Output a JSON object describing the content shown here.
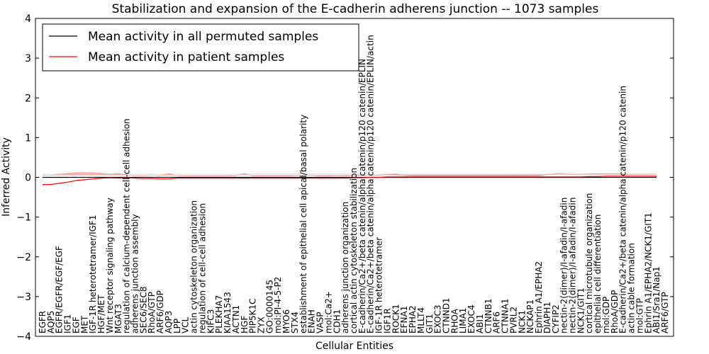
{
  "chart_data": {
    "type": "line",
    "title": "Stabilization and expansion of the E-cadherin adherens junction -- 1073 samples",
    "xlabel": "Cellular Entities",
    "ylabel": "Inferred Activity",
    "ylim": [
      -4,
      4
    ],
    "yticks": [
      "−4",
      "−3",
      "−2",
      "−1",
      "0",
      "1",
      "2",
      "3",
      "4"
    ],
    "legend_position": "top-left",
    "grid": false,
    "categories": [
      "EGFR",
      "AQP5",
      "EGFR/EGFR/EGF/EGF",
      "IGF1",
      "EGF",
      "MET",
      "IGF-1R heterotetramer/IGF1",
      "HGF/MET",
      "Wnt receptor signaling pathway",
      "MGAT3",
      "regulation of calcium-dependent cell-cell adhesion",
      "adherens junction assembly",
      "SEC6/SEC8",
      "RhoA/GTP",
      "ARF6/GDP",
      "AQP3",
      "LPP",
      "VCL",
      "actin cytoskeleton organization",
      "regulation of cell-cell adhesion",
      "KIFC3",
      "PLEKHA7",
      "KIAA1543",
      "ACTN1",
      "HGF",
      "PIP5K1C",
      "ZYX",
      "GO:0000145",
      "mol:PI-4-5-P2",
      "MYO6",
      "STX4",
      "establishment of epithelial cell apical/basal polarity",
      "ENAH",
      "VASP",
      "mol:Ca2+",
      "CDH1",
      "adherens junction organization",
      "cortical actin cytoskeleton stabilization",
      "E-cadherin/Ca2+/beta catenin/alpha catenin/p120 catenin/EPLIN",
      "E-cadherin/Ca2+/beta catenin/alpha catenin/p120 catenin/EPLIN/actin",
      "IGF-1R heterotetramer",
      "IGF1R",
      "ROCK1",
      "EFNA1",
      "EPHA2",
      "MLLT4",
      "GIT1",
      "EXOC3",
      "CTNND1",
      "RHOA",
      "LIMA1",
      "EXOC4",
      "ABI1",
      "CTNNB1",
      "ARF6",
      "CTNNA1",
      "PVRL2",
      "NCK1",
      "NCKAP1",
      "Ephrin A1/EPHA2",
      "DIAPH1",
      "CYFIP2",
      "nectin-2(dimer)/I-afadin/I-afadin",
      "nectin-2(dimer)/I-afadin/I-afadin",
      "NCK1/GIT1",
      "cortical microtubule organization",
      "epithelial cell differentiation",
      "mol:GDP",
      "RhoA/GDP",
      "E-cadherin/Ca2+/beta catenin/alpha catenin/p120 catenin",
      "actin cable formation",
      "mol:GTP",
      "Ephrin A1/EPHA2/NCK1/GIT1",
      "ABI1/Sra1/Nap1",
      "ARF6/GTP"
    ],
    "series": [
      {
        "name": "Mean activity in all permuted samples",
        "color": "#000000",
        "band_color": "#bfbfbf",
        "values": [
          0,
          0,
          0,
          0,
          0,
          0,
          0,
          0,
          0,
          0,
          0,
          0,
          0,
          0,
          0,
          0,
          0,
          0,
          0,
          0,
          0,
          0,
          0,
          0,
          0,
          0,
          0,
          0,
          0,
          0,
          0,
          0,
          0,
          0,
          0,
          0,
          0,
          0,
          0,
          0,
          0,
          0,
          0,
          0,
          0,
          0,
          0,
          0,
          0,
          0,
          0,
          0,
          0,
          0,
          0,
          0,
          0,
          0,
          0,
          0,
          0,
          0,
          0,
          0,
          0,
          0,
          0,
          0,
          0,
          0,
          0,
          0,
          0,
          0
        ],
        "band_low": [
          -0.1,
          -0.1,
          -0.1,
          -0.1,
          -0.1,
          -0.1,
          -0.1,
          -0.1,
          -0.1,
          -0.1,
          -0.1,
          -0.1,
          -0.1,
          -0.1,
          -0.1,
          -0.1,
          -0.1,
          -0.1,
          -0.1,
          -0.1,
          -0.1,
          -0.1,
          -0.1,
          -0.1,
          -0.1,
          -0.1,
          -0.1,
          -0.1,
          -0.1,
          -0.1,
          -0.1,
          -0.1,
          -0.1,
          -0.1,
          -0.1,
          -0.1,
          -0.1,
          -0.1,
          -0.1,
          -0.1,
          -0.1,
          -0.08,
          -0.07,
          -0.06,
          -0.05,
          -0.05,
          -0.05,
          -0.05,
          -0.05,
          -0.05,
          -0.05,
          -0.05,
          -0.05,
          -0.05,
          -0.05,
          -0.05,
          -0.05,
          -0.05,
          -0.05,
          -0.06,
          -0.08,
          -0.12,
          -0.12,
          -0.12,
          -0.1,
          -0.1,
          -0.1,
          -0.1,
          -0.1,
          -0.1,
          -0.1,
          -0.1,
          -0.1,
          -0.1
        ],
        "band_high": [
          0.08,
          0.08,
          0.08,
          0.08,
          0.08,
          0.08,
          0.08,
          0.08,
          0.08,
          0.08,
          0.08,
          0.08,
          0.08,
          0.08,
          0.08,
          0.08,
          0.08,
          0.08,
          0.08,
          0.08,
          0.08,
          0.08,
          0.08,
          0.08,
          0.08,
          0.08,
          0.08,
          0.08,
          0.08,
          0.08,
          0.08,
          0.08,
          0.08,
          0.08,
          0.08,
          0.08,
          0.08,
          0.08,
          0.08,
          0.08,
          0.08,
          0.06,
          0.05,
          0.05,
          0.04,
          0.04,
          0.04,
          0.04,
          0.04,
          0.04,
          0.04,
          0.04,
          0.04,
          0.04,
          0.04,
          0.04,
          0.04,
          0.04,
          0.04,
          0.05,
          0.07,
          0.1,
          0.1,
          0.1,
          0.09,
          0.09,
          0.09,
          0.09,
          0.09,
          0.09,
          0.09,
          0.09,
          0.09,
          0.09
        ]
      },
      {
        "name": "Mean activity in patient samples",
        "color": "#ff0000",
        "band_color": "#f28080",
        "values": [
          -0.18,
          -0.18,
          -0.15,
          -0.12,
          -0.08,
          -0.06,
          -0.04,
          -0.02,
          -0.01,
          -0.02,
          -0.01,
          -0.02,
          -0.03,
          -0.03,
          -0.04,
          -0.04,
          -0.02,
          -0.02,
          -0.02,
          -0.02,
          -0.02,
          -0.02,
          -0.02,
          -0.02,
          -0.02,
          -0.02,
          -0.02,
          -0.02,
          -0.02,
          -0.02,
          -0.02,
          -0.02,
          -0.02,
          -0.02,
          -0.02,
          -0.02,
          -0.02,
          -0.01,
          -0.01,
          0,
          0,
          0.01,
          0.01,
          0.01,
          0.01,
          0.01,
          0.01,
          0.01,
          0.01,
          0.01,
          0.01,
          0.01,
          0.01,
          0.01,
          0.01,
          0.01,
          0.01,
          0.01,
          0.01,
          0.01,
          0.01,
          0.01,
          0.01,
          0.01,
          0.01,
          0.02,
          0.02,
          0.03,
          0.03,
          0.03,
          0.03,
          0.03,
          0.03,
          0.03
        ],
        "band_low": [
          -0.48,
          -0.45,
          -0.4,
          -0.32,
          -0.28,
          -0.22,
          -0.18,
          -0.1,
          -0.08,
          -0.1,
          -0.07,
          -0.06,
          -0.08,
          -0.1,
          -0.08,
          -0.14,
          -0.08,
          -0.05,
          -0.05,
          -0.06,
          -0.05,
          -0.05,
          -0.05,
          -0.06,
          -0.15,
          -0.06,
          -0.05,
          -0.05,
          -0.06,
          -0.06,
          -0.06,
          -0.08,
          -0.06,
          -0.05,
          -0.05,
          -0.05,
          -0.05,
          -0.06,
          -0.05,
          -0.04,
          -0.05,
          -0.04,
          -0.06,
          -0.02,
          -0.01,
          -0.01,
          -0.01,
          -0.01,
          -0.01,
          -0.01,
          -0.01,
          -0.01,
          -0.01,
          -0.01,
          -0.01,
          -0.01,
          -0.01,
          -0.01,
          -0.01,
          -0.01,
          -0.05,
          -0.05,
          -0.04,
          -0.03,
          -0.02,
          -0.02,
          -0.02,
          -0.02,
          -0.02,
          -0.02,
          -0.02,
          -0.02,
          -0.01,
          -0.01
        ],
        "band_high": [
          0.05,
          0.05,
          0.08,
          0.1,
          0.12,
          0.12,
          0.12,
          0.1,
          0.08,
          0.1,
          0.06,
          0.04,
          0.04,
          0.05,
          0.04,
          0.1,
          0.04,
          0.03,
          0.03,
          0.03,
          0.03,
          0.03,
          0.03,
          0.04,
          0.1,
          0.03,
          0.03,
          0.03,
          0.03,
          0.03,
          0.04,
          0.06,
          0.05,
          0.03,
          0.03,
          0.04,
          0.03,
          0.05,
          0.05,
          0.06,
          0.05,
          0.07,
          0.09,
          0.04,
          0.03,
          0.03,
          0.03,
          0.03,
          0.03,
          0.03,
          0.03,
          0.03,
          0.03,
          0.03,
          0.03,
          0.03,
          0.03,
          0.03,
          0.03,
          0.03,
          0.07,
          0.09,
          0.08,
          0.07,
          0.07,
          0.08,
          0.09,
          0.09,
          0.09,
          0.08,
          0.07,
          0.07,
          0.07,
          0.07
        ]
      }
    ]
  }
}
